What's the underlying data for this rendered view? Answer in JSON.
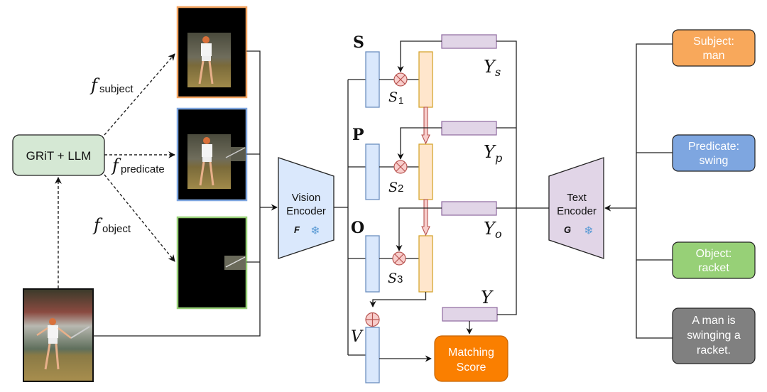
{
  "title": "Vision-language matching architecture with subject / predicate / object decomposition",
  "generator": {
    "label": "GRiT + LLM",
    "fill": "#d5e8d4"
  },
  "crop_functions": [
    {
      "symbol": "f",
      "subscript": "subject"
    },
    {
      "symbol": "f",
      "subscript": "predicate"
    },
    {
      "symbol": "f",
      "subscript": "object"
    }
  ],
  "image_panels": [
    {
      "name": "subject",
      "border": "#f4a460"
    },
    {
      "name": "predicate",
      "border": "#7ea6e0"
    },
    {
      "name": "object",
      "border": "#97d077"
    }
  ],
  "vision_encoder": {
    "line1": "Vision",
    "line2": "Encoder",
    "symbol": "F",
    "frozen_icon": "snowflake-icon",
    "fill": "#dae8fc"
  },
  "text_encoder": {
    "line1": "Text",
    "line2": "Encoder",
    "symbol": "G",
    "frozen_icon": "snowflake-icon",
    "fill": "#e1d5e7"
  },
  "visual_features": [
    {
      "label": "S"
    },
    {
      "label": "P"
    },
    {
      "label": "O"
    },
    {
      "label": "V"
    }
  ],
  "similarity_labels": [
    {
      "base": "S",
      "sub": "1"
    },
    {
      "base": "S",
      "sub": "2"
    },
    {
      "base": "S",
      "sub": "3"
    }
  ],
  "text_features": [
    {
      "base": "Y",
      "sub": "s"
    },
    {
      "base": "Y",
      "sub": "p"
    },
    {
      "base": "Y",
      "sub": "o"
    },
    {
      "base": "Y",
      "sub": ""
    }
  ],
  "matching": {
    "line1": "Matching",
    "line2": "Score",
    "fill": "#fa7f00"
  },
  "text_inputs": [
    {
      "lines": [
        "Subject:",
        "man"
      ],
      "fill": "#f8a85b"
    },
    {
      "lines": [
        "Predicate:",
        "swing"
      ],
      "fill": "#7ea6e0"
    },
    {
      "lines": [
        "Object:",
        "racket"
      ],
      "fill": "#97d077"
    },
    {
      "lines": [
        "A man is",
        "swinging a",
        "racket."
      ],
      "fill": "#808080"
    }
  ],
  "colors": {
    "visual_bar": "#dae8fc",
    "visual_bar_border": "#6c8ebf",
    "fused_bar": "#ffe6cc",
    "fused_bar_border": "#d6a530",
    "text_bar": "#e1d5e7",
    "text_bar_border": "#9673a6",
    "op_circle": "#f8cecc",
    "op_border": "#b85450"
  }
}
